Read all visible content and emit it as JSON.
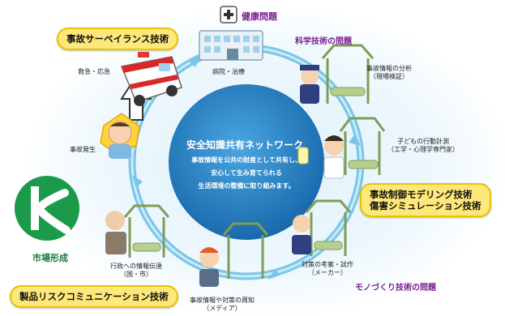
{
  "center": {
    "title": "安全知識共有ネットワーク",
    "lines": [
      "事故情報を公共の財産として共有し、",
      "安心して生み育てられる",
      "生活環境の整備に取り組みます。"
    ]
  },
  "categories": {
    "health": "健康問題",
    "science": "科学技術の問題",
    "manufacturing": "モノづくり技術の問題",
    "market": "市場形成"
  },
  "technologies": {
    "surveillance": "事故サーベイランス技術",
    "modeling_line1": "事故制御モデリング技術",
    "modeling_line2": "傷害シミュレーション技術",
    "risk_communication": "製品リスクコミュニケーション技術"
  },
  "cycle_nodes": {
    "hospital": "病院・治療",
    "analysis_1": "事故情報の分析",
    "analysis_2": "（現場検証）",
    "child_1": "子どもの行動計測",
    "child_2": "（工学・心理学専門家）",
    "measures_1": "対策の考案・試作",
    "measures_2": "（メーカー）",
    "publicize_1": "事故情報や対策の周知",
    "publicize_2": "（メディア）",
    "admin_1": "行政への情報伝達",
    "admin_2": "（国・市）",
    "accident": "事故発生",
    "emergency": "救急・応急"
  },
  "logo": {
    "letter": "K"
  },
  "colors": {
    "ring": "#7bc6e8",
    "center": "#1f7fc1",
    "tech_label_bg": "#ffe87a",
    "category_text": "#7a1f8f",
    "logo_green": "#1a9a4a"
  }
}
